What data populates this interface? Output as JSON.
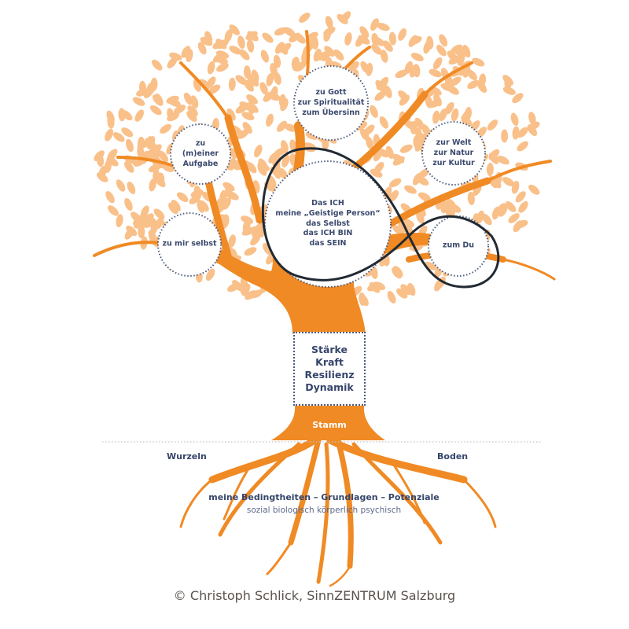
{
  "diagram": {
    "colors": {
      "trunk": "#f08a24",
      "leaves": "#f9c08a",
      "text": "#3b4a6e",
      "loop": "#222a33",
      "dotted_border": "#4c5b7d"
    },
    "bubbles": {
      "god": [
        "zu Gott",
        "zur Spiritualität",
        "zum Übersinn"
      ],
      "task": [
        "zu",
        "(m)einer",
        "Aufgabe"
      ],
      "world": [
        "zur Welt",
        "zur Natur",
        "zur Kultur"
      ],
      "self_center": [
        "Das ICH",
        "meine „Geistige Person“",
        "das Selbst",
        "das ICH BIN",
        "das SEIN"
      ],
      "myself": [
        "zu mir selbst"
      ],
      "you": [
        "zum Du"
      ]
    },
    "trunk_box": [
      "Stärke",
      "Kraft",
      "Resilienz",
      "Dynamik"
    ],
    "trunk_label": "Stamm",
    "ground": {
      "left_label": "Wurzeln",
      "right_label": "Boden"
    },
    "roots": {
      "main": "meine Bedingtheiten – Grundlagen – Potenziale",
      "sub": "sozial biologisch körperlich psychisch"
    },
    "copyright": "© Christoph Schlick, SinnZENTRUM Salzburg"
  }
}
